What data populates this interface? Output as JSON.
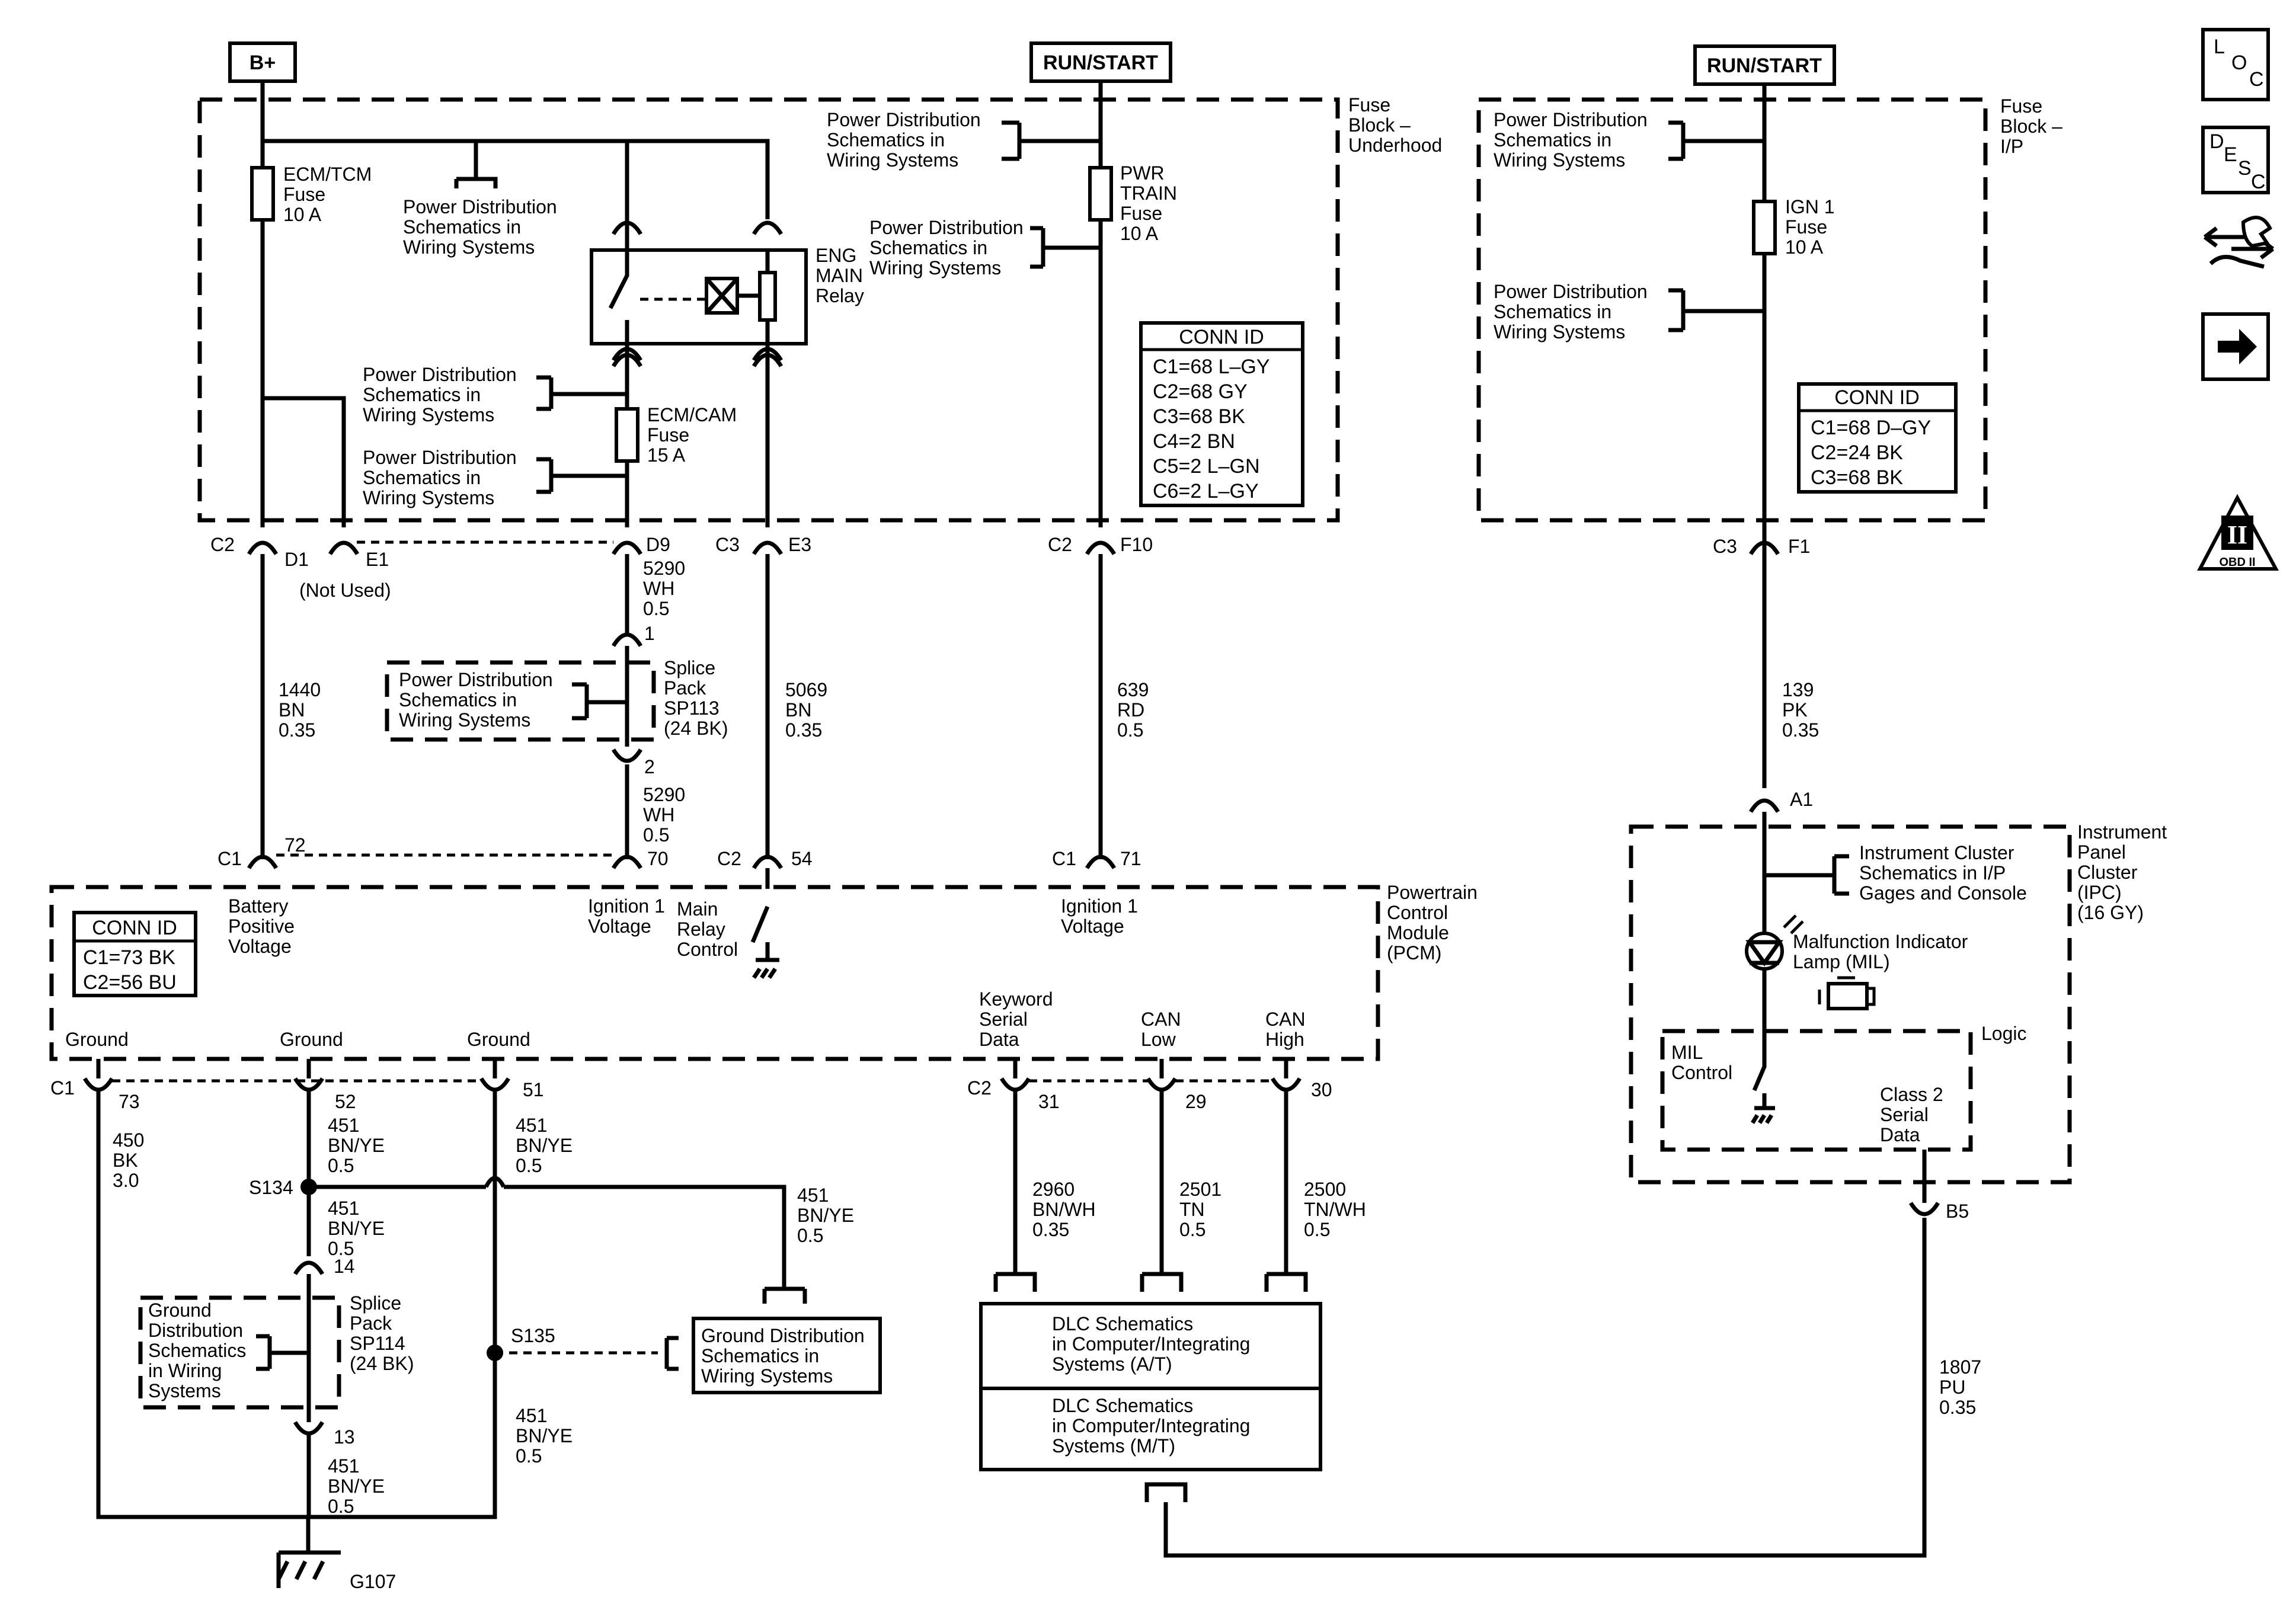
{
  "power_sources": {
    "batt": "B+",
    "run_start_left": "RUN/START",
    "run_start_right": "RUN/START"
  },
  "fuse_block_underhood": {
    "label": [
      "Fuse",
      "Block –",
      "Underhood"
    ]
  },
  "fuse_block_ip": {
    "label": [
      "Fuse",
      "Block –",
      "I/P"
    ]
  },
  "fuses": {
    "ecm_tcm": [
      "ECM/TCM",
      "Fuse",
      "10 A"
    ],
    "ecm_cam": [
      "ECM/CAM",
      "Fuse",
      "15 A"
    ],
    "pwr_train": [
      "PWR",
      "TRAIN",
      "Fuse",
      "10 A"
    ],
    "ign1": [
      "IGN 1",
      "Fuse",
      "10 A"
    ]
  },
  "relay": {
    "label": [
      "ENG",
      "MAIN",
      "Relay"
    ]
  },
  "refs": {
    "power_dist": [
      "Power Distribution",
      "Schematics in",
      "Wiring Systems"
    ],
    "ground_dist_splice": [
      "Ground",
      "Distribution",
      "Schematics",
      "in Wiring",
      "Systems"
    ],
    "ground_dist_box": [
      "Ground Distribution",
      "Schematics in",
      "Wiring Systems"
    ],
    "inst_cluster": [
      "Instrument Cluster",
      "Schematics in I/P",
      "Gages and Console"
    ],
    "dlc_at": [
      "DLC Schematics",
      "in Computer/Integrating",
      "Systems (A/T)"
    ],
    "dlc_mt": [
      "DLC Schematics",
      "in Computer/Integrating",
      "Systems (M/T)"
    ]
  },
  "conn_id_underhood": {
    "title": "CONN ID",
    "rows": [
      "C1=68 L–GY",
      "C2=68 GY",
      "C3=68 BK",
      "C4=2 BN",
      "C5=2 L–GN",
      "C6=2 L–GY"
    ]
  },
  "conn_id_ip": {
    "title": "CONN ID",
    "rows": [
      "C1=68 D–GY",
      "C2=24 BK",
      "C3=68 BK"
    ]
  },
  "conn_id_pcm": {
    "title": "CONN ID",
    "rows": [
      "C1=73 BK",
      "C2=56 BU"
    ]
  },
  "connectors": {
    "c2": "C2",
    "d1": "D1",
    "e1": "E1",
    "d9": "D9",
    "c3": "C3",
    "e3": "E3",
    "c2b": "C2",
    "f10": "F10",
    "c3ip": "C3",
    "f1": "F1",
    "not_used": "(Not Used)",
    "sp113_1": "1",
    "sp113_2": "2",
    "pcm_c1": "C1",
    "p72": "72",
    "p70": "70",
    "pcm_c2": "C2",
    "p54": "54",
    "pcm_c1b": "C1",
    "p71": "71",
    "g_c1": "C1",
    "p73": "73",
    "p52": "52",
    "p51": "51",
    "g_c2": "C2",
    "p31": "31",
    "p29": "29",
    "p30": "30",
    "a1": "A1",
    "b5": "B5",
    "sp114_14": "14",
    "sp114_13": "13"
  },
  "wires": {
    "w1440": [
      "1440",
      "BN",
      "0.35"
    ],
    "w5290a": [
      "5290",
      "WH",
      "0.5"
    ],
    "w5290b": [
      "5290",
      "WH",
      "0.5"
    ],
    "w5069": [
      "5069",
      "BN",
      "0.35"
    ],
    "w639": [
      "639",
      "RD",
      "0.5"
    ],
    "w139": [
      "139",
      "PK",
      "0.35"
    ],
    "w450": [
      "450",
      "BK",
      "3.0"
    ],
    "w451a": [
      "451",
      "BN/YE",
      "0.5"
    ],
    "w451b": [
      "451",
      "BN/YE",
      "0.5"
    ],
    "w451c": [
      "451",
      "BN/YE",
      "0.5"
    ],
    "w451d": [
      "451",
      "BN/YE",
      "0.5"
    ],
    "w451e": [
      "451",
      "BN/YE",
      "0.5"
    ],
    "w451f": [
      "451",
      "BN/YE",
      "0.5"
    ],
    "w2960": [
      "2960",
      "BN/WH",
      "0.35"
    ],
    "w2501": [
      "2501",
      "TN",
      "0.5"
    ],
    "w2500": [
      "2500",
      "TN/WH",
      "0.5"
    ],
    "w1807": [
      "1807",
      "PU",
      "0.35"
    ]
  },
  "splices": {
    "sp113": [
      "Splice",
      "Pack",
      "SP113",
      "(24 BK)"
    ],
    "sp114": [
      "Splice",
      "Pack",
      "SP114",
      "(24 BK)"
    ],
    "s134": "S134",
    "s135": "S135",
    "g107": "G107"
  },
  "pcm": {
    "label": [
      "Powertrain",
      "Control",
      "Module",
      "(PCM)"
    ],
    "batt_pos": [
      "Battery",
      "Positive",
      "Voltage"
    ],
    "ign1_a": [
      "Ignition 1",
      "Voltage"
    ],
    "main_relay": [
      "Main",
      "Relay",
      "Control"
    ],
    "ign1_b": [
      "Ignition 1",
      "Voltage"
    ],
    "ground1": "Ground",
    "ground2": "Ground",
    "ground3": "Ground",
    "keyword": [
      "Keyword",
      "Serial",
      "Data"
    ],
    "can_low": [
      "CAN",
      "Low"
    ],
    "can_high": [
      "CAN",
      "High"
    ]
  },
  "ipc": {
    "label": [
      "Instrument",
      "Panel",
      "Cluster",
      "(IPC)",
      "(16 GY)"
    ],
    "mil": [
      "Malfunction Indicator",
      "Lamp (MIL)"
    ],
    "logic": "Logic",
    "mil_control": [
      "MIL",
      "Control"
    ],
    "class2": [
      "Class 2",
      "Serial",
      "Data"
    ]
  },
  "side_icons": {
    "loc": [
      "L",
      "O",
      "C"
    ],
    "desc": [
      "D",
      "E",
      "S",
      "C"
    ],
    "obd": [
      "II",
      "OBD II"
    ],
    "icon_names": [
      "loc-icon",
      "desc-icon",
      "repair-icon",
      "next-arrow-icon",
      "obd-ii-icon"
    ]
  }
}
